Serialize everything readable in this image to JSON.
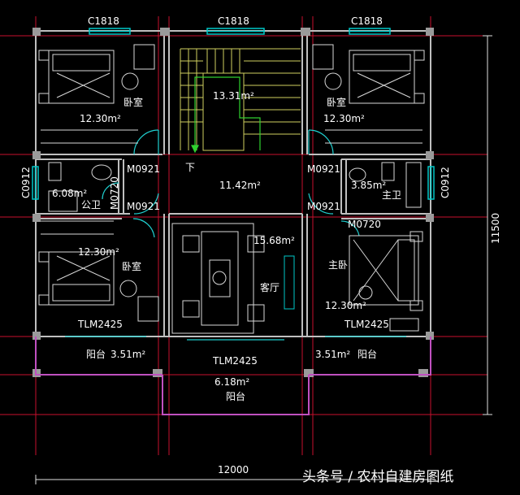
{
  "colors": {
    "background": "#000000",
    "wall": "#bfbfbf",
    "grid": "#c8102e",
    "window": "#00c8c8",
    "door": "#20d0d0",
    "balcony": "#c050c0",
    "stair_line": "#d0d060",
    "stair_arrow": "#30d030",
    "furniture": "#d8d8d8",
    "text": "#ffffff",
    "dim": "#e0e0e0"
  },
  "windows": {
    "top_left": "C1818",
    "top_center": "C1818",
    "top_right": "C1818",
    "left_side": "C0912",
    "right_side": "C0912"
  },
  "doors": {
    "left_bedroom_top": "M0921",
    "left_bath": "M0921",
    "left_bath_side": "M0720",
    "right_bedroom_top": "M0921",
    "right_bath": "M0921",
    "right_master_bath": "M0720",
    "left_sliding": "TLM2425",
    "right_sliding": "TLM2425",
    "center_sliding": "TLM2425"
  },
  "rooms": {
    "bedroom_tl_area": "12.30m²",
    "bedroom_tl_label": "卧室",
    "stair_area": "13.31m²",
    "stair_down": "下",
    "bedroom_tr_area": "12.30m²",
    "bedroom_tr_label": "卧室",
    "bath_left_area": "6.08m²",
    "bath_left_label": "公卫",
    "hall_area": "11.42m²",
    "bath_right_area": "3.85m²",
    "bath_right_label": "主卫",
    "bedroom_bl_area": "12.30m²",
    "bedroom_bl_label": "卧室",
    "living_area": "15.68m²",
    "living_label": "客厅",
    "master_label": "主卧",
    "master_area": "12.30m²",
    "balcony_left_label": "阳台",
    "balcony_left_area": "3.51m²",
    "balcony_right_area": "3.51m²",
    "balcony_right_label": "阳台",
    "balcony_center_area": "6.18m²",
    "balcony_center_label": "阳台"
  },
  "dimensions": {
    "width": "12000",
    "height": "11500"
  },
  "watermark": {
    "text": "头条号 / 农村自建房图纸"
  }
}
